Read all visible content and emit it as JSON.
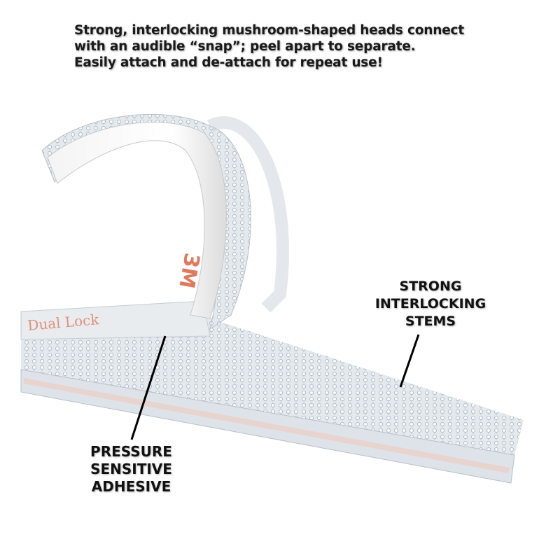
{
  "caption": {
    "lines": [
      "Strong, interlocking mushroom-shaped heads connect",
      "with an audible “snap”; peel apart to separate.",
      "Easily attach and de-attach for repeat use!"
    ]
  },
  "callouts": {
    "stems": [
      "STRONG",
      "INTERLOCKING",
      "STEMS"
    ],
    "adhesive": [
      "PRESSURE",
      "SENSITIVE",
      "ADHESIVE"
    ]
  },
  "product_print": [
    "3M",
    "Dual Lock"
  ],
  "colors": {
    "backing_print": "#e07a5f",
    "strip": "#e9eef2",
    "text": "#1a1a1a"
  }
}
